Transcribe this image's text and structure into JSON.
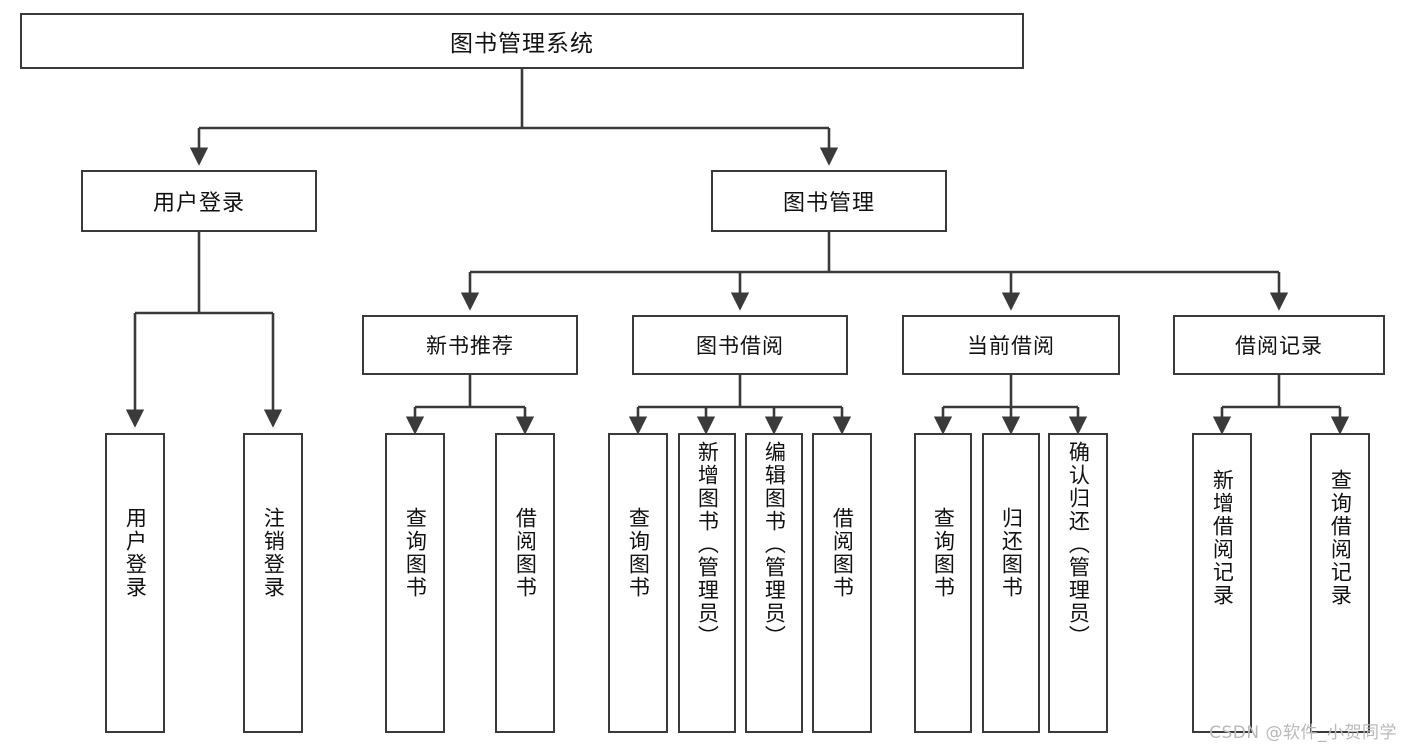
{
  "diagram": {
    "title": "图书管理系统",
    "type": "hierarchy-tree",
    "watermark": "CSDN @软件_小贺同学",
    "colors": {
      "box_border": "#3a3a3a",
      "box_fill": "#ffffff",
      "connector": "#3a3a3a",
      "text": "#111111",
      "watermark": "#b9b9b9",
      "background": "#ffffff"
    },
    "root": {
      "label": "图书管理系统"
    },
    "level2": [
      {
        "label": "用户登录"
      },
      {
        "label": "图书管理"
      }
    ],
    "level3": [
      {
        "label": "新书推荐"
      },
      {
        "label": "图书借阅"
      },
      {
        "label": "当前借阅"
      },
      {
        "label": "借阅记录"
      }
    ],
    "leaves": {
      "user_login": [
        {
          "label": "用户登录"
        },
        {
          "label": "注销登录"
        }
      ],
      "new_book": [
        {
          "label": "查询图书"
        },
        {
          "label": "借阅图书"
        }
      ],
      "book_borrow": [
        {
          "label": "查询图书"
        },
        {
          "label": "新增图书（管理员）"
        },
        {
          "label": "编辑图书（管理员）"
        },
        {
          "label": "借阅图书"
        }
      ],
      "current_borrow": [
        {
          "label": "查询图书"
        },
        {
          "label": "归还图书"
        },
        {
          "label": "确认归还（管理员）"
        }
      ],
      "borrow_record": [
        {
          "label": "新增借阅记录"
        },
        {
          "label": "查询借阅记录"
        }
      ]
    }
  }
}
